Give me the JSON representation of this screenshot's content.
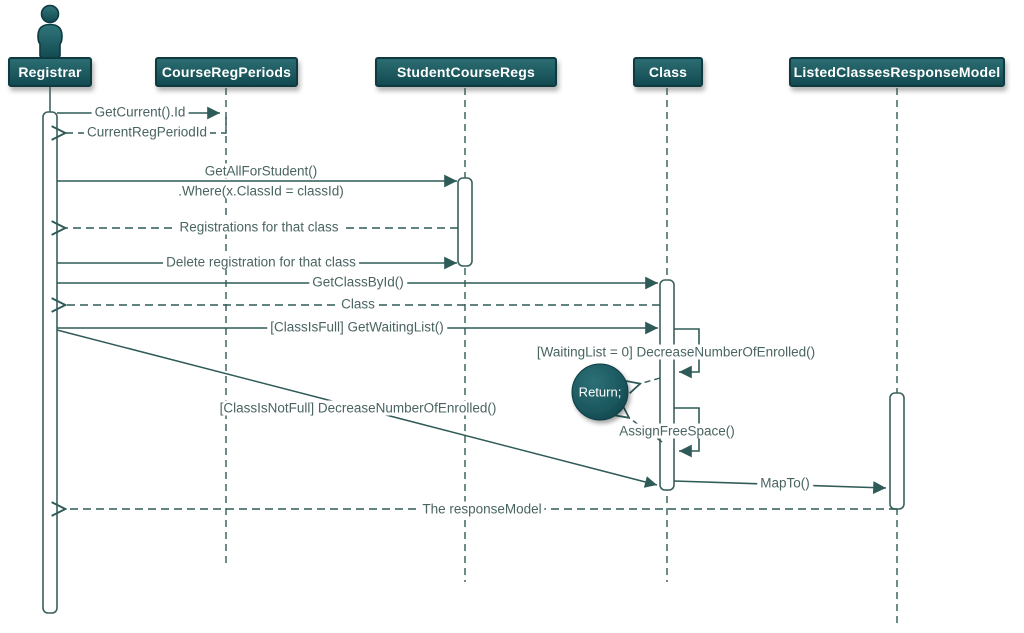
{
  "diagram": {
    "kind": "uml-sequence-diagram",
    "colors": {
      "participant_fill": "#1d5a60",
      "participant_border": "#0e3a40",
      "line": "#305b57",
      "message_text": "#4a6461",
      "participant_text": "#ffffff",
      "background": "#ffffff"
    },
    "participants": [
      {
        "name": "Registrar",
        "actor": true
      },
      {
        "name": "CourseRegPeriods"
      },
      {
        "name": "StudentCourseRegs"
      },
      {
        "name": "Class"
      },
      {
        "name": "ListedClassesResponseModel"
      }
    ],
    "messages": [
      {
        "text": "GetCurrent().Id",
        "from": "Registrar",
        "to": "CourseRegPeriods",
        "line": "solid"
      },
      {
        "text": "CurrentRegPeriodId",
        "from": "CourseRegPeriods",
        "to": "Registrar",
        "line": "dashed"
      },
      {
        "text": "GetAllForStudent()",
        "text2": ".Where(x.ClassId = classId)",
        "from": "Registrar",
        "to": "StudentCourseRegs",
        "line": "solid"
      },
      {
        "text": "Registrations for that class",
        "from": "StudentCourseRegs",
        "to": "Registrar",
        "line": "dashed"
      },
      {
        "text": "Delete registration for that class",
        "from": "Registrar",
        "to": "StudentCourseRegs",
        "line": "solid"
      },
      {
        "text": "GetClassById()",
        "from": "Registrar",
        "to": "Class",
        "line": "solid"
      },
      {
        "text": "Class",
        "from": "Class",
        "to": "Registrar",
        "line": "dashed"
      },
      {
        "text": "[ClassIsFull] GetWaitingList()",
        "from": "Registrar",
        "to": "Class",
        "line": "solid"
      },
      {
        "text": "[WaitingList = 0] DecreaseNumberOfEnrolled()",
        "from": "Class",
        "to": "Class",
        "line": "self"
      },
      {
        "text": "[ClassIsNotFull] DecreaseNumberOfEnrolled()",
        "from": "Registrar",
        "to": "Class",
        "line": "solid-diagonal"
      },
      {
        "text": "AssignFreeSpace()",
        "from": "Class",
        "to": "Class",
        "line": "self"
      },
      {
        "text": "MapTo()",
        "from": "Class",
        "to": "ListedClassesResponseModel",
        "line": "solid"
      },
      {
        "text": "The responseModel",
        "from": "ListedClassesResponseModel",
        "to": "Registrar",
        "line": "dashed"
      }
    ],
    "return_state": {
      "text": "Return;"
    }
  }
}
